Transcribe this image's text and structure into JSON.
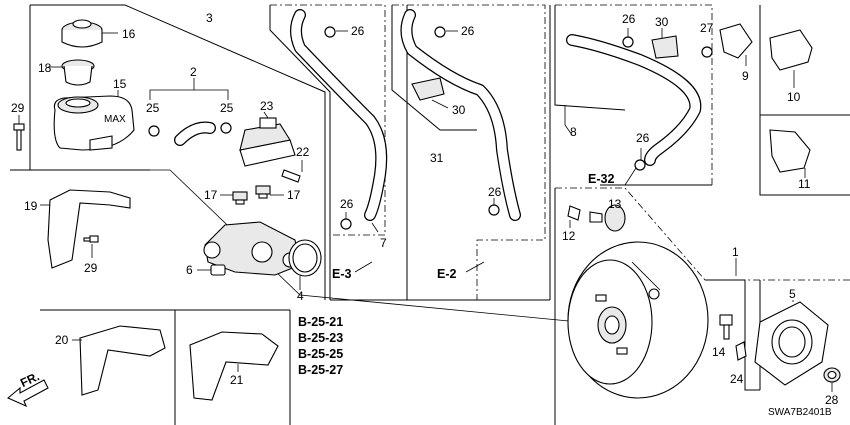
{
  "diagram": {
    "callouts": [
      {
        "id": "c16",
        "label": "16"
      },
      {
        "id": "c18",
        "label": "18"
      },
      {
        "id": "c15",
        "label": "15"
      },
      {
        "id": "c29a",
        "label": "29"
      },
      {
        "id": "c3",
        "label": "3"
      },
      {
        "id": "c2",
        "label": "2"
      },
      {
        "id": "c25a",
        "label": "25"
      },
      {
        "id": "c25b",
        "label": "25"
      },
      {
        "id": "c23",
        "label": "23"
      },
      {
        "id": "c22",
        "label": "22"
      },
      {
        "id": "c17a",
        "label": "17"
      },
      {
        "id": "c17b",
        "label": "17"
      },
      {
        "id": "c19",
        "label": "19"
      },
      {
        "id": "c29b",
        "label": "29"
      },
      {
        "id": "c6",
        "label": "6"
      },
      {
        "id": "c4",
        "label": "4"
      },
      {
        "id": "c26a",
        "label": "26"
      },
      {
        "id": "c26b",
        "label": "26"
      },
      {
        "id": "c7",
        "label": "7"
      },
      {
        "id": "c26c",
        "label": "26"
      },
      {
        "id": "c30a",
        "label": "30"
      },
      {
        "id": "c31",
        "label": "31"
      },
      {
        "id": "c26d",
        "label": "26"
      },
      {
        "id": "c26e",
        "label": "26"
      },
      {
        "id": "c30b",
        "label": "30"
      },
      {
        "id": "c8",
        "label": "8"
      },
      {
        "id": "c26f",
        "label": "26"
      },
      {
        "id": "c27",
        "label": "27"
      },
      {
        "id": "c9",
        "label": "9"
      },
      {
        "id": "c10",
        "label": "10"
      },
      {
        "id": "c11",
        "label": "11"
      },
      {
        "id": "c12",
        "label": "12"
      },
      {
        "id": "c13",
        "label": "13"
      },
      {
        "id": "c1",
        "label": "1"
      },
      {
        "id": "c5",
        "label": "5"
      },
      {
        "id": "c14",
        "label": "14"
      },
      {
        "id": "c24",
        "label": "24"
      },
      {
        "id": "c28",
        "label": "28"
      },
      {
        "id": "c20",
        "label": "20"
      },
      {
        "id": "c21",
        "label": "21"
      }
    ],
    "references": {
      "e3": "E-3",
      "e2": "E-2",
      "e32": "E-32",
      "b1": "B-25-21",
      "b2": "B-25-23",
      "b3": "B-25-25",
      "b4": "B-25-27"
    },
    "front_arrow": "FR.",
    "diagram_code": "SWA7B2401B",
    "cap_text": "MAX"
  }
}
